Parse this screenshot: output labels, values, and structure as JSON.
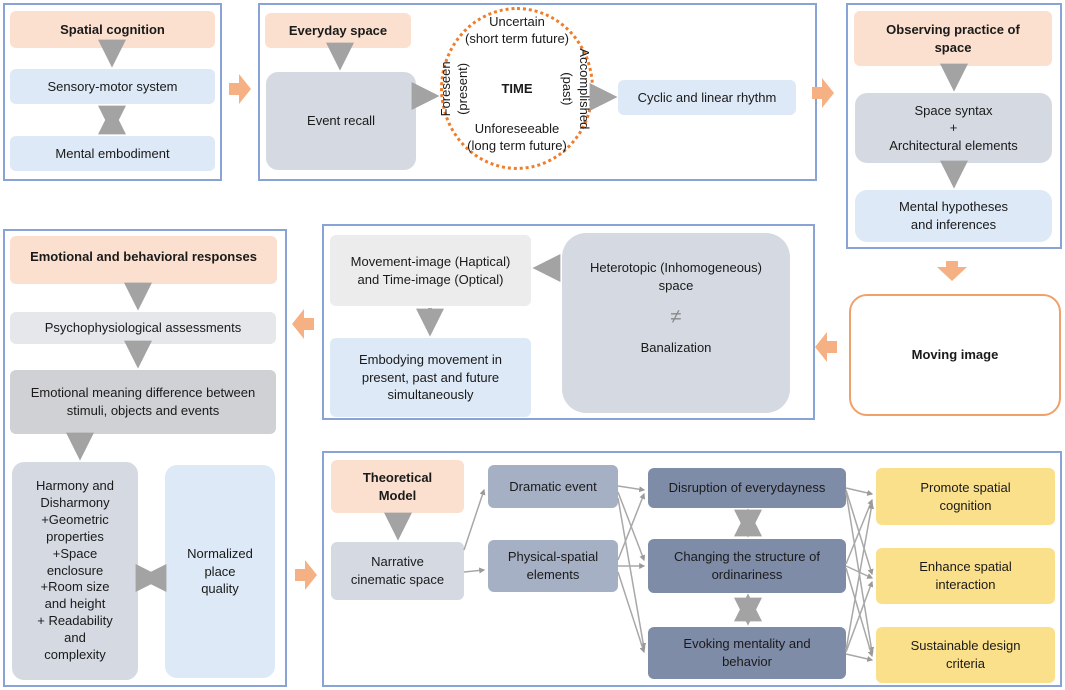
{
  "spatial": {
    "title": "Spatial cognition",
    "sensory": "Sensory-motor system",
    "mental": "Mental embodiment"
  },
  "everyday": {
    "title": "Everyday space",
    "event": "Event recall",
    "time": {
      "center": "TIME",
      "top1": "Uncertain",
      "top2": "(short term future)",
      "bottom1": "Unforeseeable",
      "bottom2": "(long term future)",
      "left1": "Foreseen",
      "left2": "(present)",
      "right1": "Accomplished",
      "right2": "(past)"
    },
    "rhythm": "Cyclic and linear rhythm"
  },
  "observing": {
    "title_line1": "Observing practice of",
    "title_line2": "space",
    "syntax1": "Space syntax",
    "syntax2": "+",
    "syntax3": "Architectural elements",
    "hyp1": "Mental hypotheses",
    "hyp2": "and inferences"
  },
  "moving": {
    "title": "Moving image",
    "mi1": "Movement-image (Haptical)",
    "mi2": "and Time-image (Optical)",
    "hetero1": "Heterotopic (Inhomogeneous)",
    "hetero2": "space",
    "ne": "≠",
    "banal": "Banalization",
    "embody1": "Embodying movement in",
    "embody2": "present, past and future",
    "embody3": "simultaneously"
  },
  "emotional": {
    "title": "Emotional and behavioral responses",
    "psycho": "Psychophysiological assessments",
    "meaning1": "Emotional meaning difference between",
    "meaning2": "stimuli, objects and events",
    "harmony": [
      "Harmony and",
      "Disharmony",
      "+Geometric",
      "properties",
      "+Space",
      "enclosure",
      "+Room size",
      "and height",
      "+ Readability",
      "and",
      "complexity"
    ],
    "norm1": "Normalized",
    "norm2": "place",
    "norm3": "quality"
  },
  "theory": {
    "title1": "Theoretical",
    "title2": "Model",
    "narrative1": "Narrative",
    "narrative2": "cinematic space",
    "dramatic": "Dramatic event",
    "physical1": "Physical-spatial",
    "physical2": "elements",
    "disruption": "Disruption of everydayness",
    "changing1": "Changing the structure of",
    "changing2": "ordinariness",
    "evoking1": "Evoking mentality and",
    "evoking2": "behavior",
    "promote1": "Promote spatial",
    "promote2": "cognition",
    "enhance1": "Enhance spatial",
    "enhance2": "interaction",
    "sustain1": "Sustainable design",
    "sustain2": "criteria"
  }
}
